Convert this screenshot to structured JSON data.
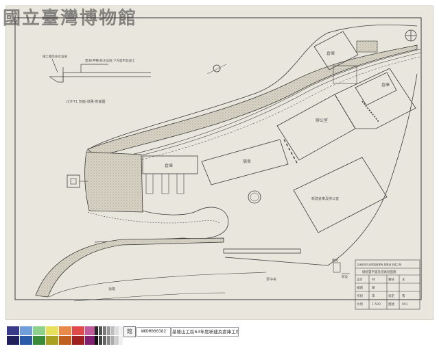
{
  "watermark": "國立臺灣博物館",
  "plan": {
    "section_title": "(1)T-T1 剖面-道路-剖面圖",
    "section_note": "雙道(甲種)排水設施,下方面用混凝土",
    "section_note2": "擋土牆及排水設施",
    "blocks": {
      "north_building": "倉庫",
      "east_building": "倉庫",
      "central_building": "辦公室",
      "long_building": "宿舍",
      "west_building": "倉庫",
      "south_building": "新建倉庫及辦公室"
    },
    "road_label_lower": "道路",
    "road_label_right": "至中央",
    "legend_label": "圖例",
    "legend_note": "新設",
    "north_arrow": "N"
  },
  "title_block": {
    "project": "交通部臺灣省鐵路管理局 基隆港 新建工程",
    "drawing": "總配置平面及道路剖面圖",
    "rows": [
      [
        "設計",
        "林",
        "審核",
        "王"
      ],
      [
        "繪圖",
        "陳"
      ],
      [
        "校對",
        "李",
        "核定",
        "張"
      ],
      [
        "比例",
        "1:500",
        "圖號",
        "001"
      ]
    ]
  },
  "colors": {
    "paper": "#e9e7dd",
    "ink": "#3a3a3a",
    "stipple": "#bdb7a4"
  },
  "strip": {
    "code": "WKDM000382",
    "title": "基隆山工區63年度新建及倉庫工程",
    "logo": "館",
    "swatches": [
      "#3a3a8a",
      "#6e9fd8",
      "#8fd08a",
      "#e8e05a",
      "#e88a4a",
      "#e04a4a",
      "#c05a9a",
      "#2a2a2a",
      "#555555",
      "#7a7a7a",
      "#9a9a9a",
      "#bdbdbd",
      "#dcdcdc",
      "#efefef"
    ],
    "swatches_bottom": [
      "#20205a",
      "#2a5aa8",
      "#3a8a3a",
      "#a8a020",
      "#c06020",
      "#a02020",
      "#802070",
      "#111111",
      "#444444",
      "#666666",
      "#888888",
      "#aaaaaa",
      "#cccccc",
      "#eeeeee"
    ]
  }
}
